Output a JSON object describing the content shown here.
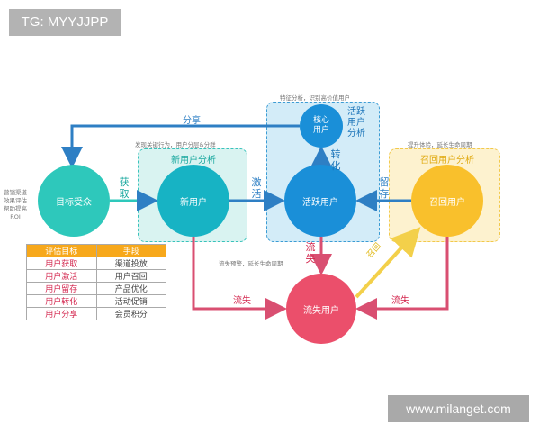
{
  "watermarks": {
    "top": "TG: MYYJJPP",
    "bottom": "www.milanget.com"
  },
  "panels": {
    "new_title": "新用户分析",
    "active_title": "活跃\n用户\n分析",
    "recall_title": "召回用户分析"
  },
  "nodes": {
    "target": "目标受众",
    "new": "新用户",
    "active": "活跃用户",
    "core": "核心\n用户",
    "recall": "召回用户",
    "lost": "流失用户"
  },
  "arrows": {
    "share": "分享",
    "acquire": "获\n取",
    "activate": "激\n活",
    "retain": "留\n存",
    "convert": "转\n化",
    "churn_active": "流\n失",
    "churn_new": "流失",
    "churn_recall": "流失",
    "recall": "召回"
  },
  "annotations": {
    "left_side": "营销渠道\n效果评估\n帮助提高\nROI",
    "new_note": "发现关键行为，用户分层&分群",
    "core_note": "特征分析，识别高价值用户",
    "recall_note": "提升体验，延长生命周期",
    "churn_note": "流失预警，延长生命周期"
  },
  "table": {
    "headers": [
      "评估目标",
      "手段"
    ],
    "rows": [
      [
        "用户获取",
        "渠道投放"
      ],
      [
        "用户激活",
        "用户召回"
      ],
      [
        "用户留存",
        "产品优化"
      ],
      [
        "用户转化",
        "活动促销"
      ],
      [
        "用户分享",
        "会员积分"
      ]
    ]
  },
  "colors": {
    "teal": "#2ec8bb",
    "cyan": "#17b3c4",
    "blue": "#1a8fd8",
    "yellow": "#f9c02c",
    "red": "#eb4f6b",
    "orange": "#f7a81b"
  }
}
